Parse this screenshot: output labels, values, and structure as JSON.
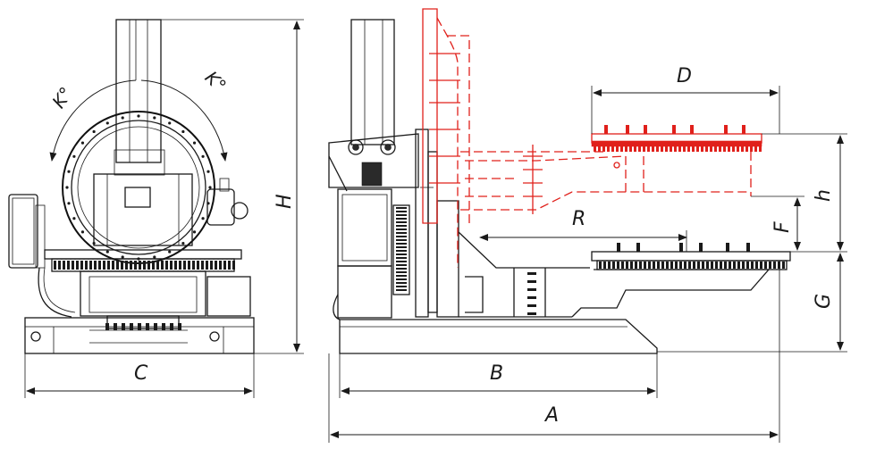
{
  "dimensions": {
    "A": "A",
    "B": "B",
    "C": "C",
    "D": "D",
    "F": "F",
    "G": "G",
    "H": "H",
    "R": "R",
    "h": "h",
    "K_left": "K°",
    "K_right": "K°"
  },
  "colors": {
    "outline": "#1a1a1a",
    "tilted_position": "#e0201b"
  }
}
